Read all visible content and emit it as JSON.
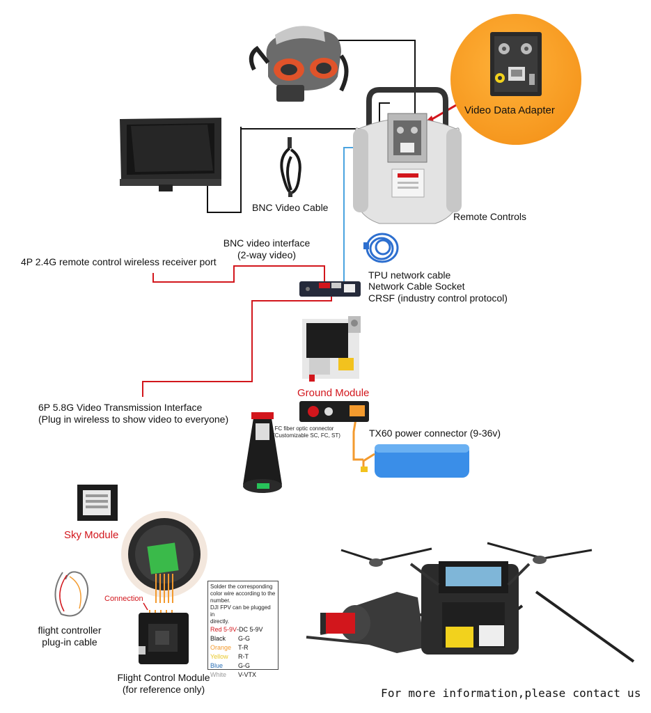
{
  "labels": {
    "video_data_adapter": "Video Data Adapter",
    "bnc_video_cable": "BNC Video Cable",
    "remote_controls": "Remote Controls",
    "bnc_video_interface": "BNC video interface",
    "two_way_video": "(2-way video)",
    "receiver_port": "4P 2.4G remote control wireless receiver port",
    "tpu_network_cable": "TPU network cable",
    "network_cable_socket": "Network Cable Socket",
    "crsf": "CRSF (industry control protocol)",
    "ground_module": "Ground Module",
    "vtx_interface": "6P 5.8G Video Transmission Interface",
    "vtx_interface_note": "(Plug in wireless to show video to everyone)",
    "fiber_connector": "FC fiber optic connector",
    "fiber_connector_note": "(Customizable SC, FC, ST)",
    "tx60_connector": "TX60 power connector (9-36v)",
    "sky_module": "Sky Module",
    "connection": "Connection",
    "plugin_cable_line1": "flight controller",
    "plugin_cable_line2": "plug-in cable",
    "fc_module_line1": "Flight Control Module",
    "fc_module_line2": "(for reference only)",
    "contact": "For more information,please contact us"
  },
  "legend": {
    "note_lines": [
      "Solder the corresponding",
      "color wire according to the",
      "number.",
      "DJI FPV can be plugged in",
      "directly."
    ],
    "rows": [
      {
        "color_word": "Red 5-9V",
        "pin": "-DC 5-9V",
        "color": "#d2161c"
      },
      {
        "color_word": "Black",
        "pin": "G-G",
        "color": "#111111"
      },
      {
        "color_word": "Orange",
        "pin": "T-R",
        "color": "#f39a2e"
      },
      {
        "color_word": "Yellow",
        "pin": "R-T",
        "color": "#e8c82a"
      },
      {
        "color_word": "Blue",
        "pin": "G-G",
        "color": "#2a6fb5"
      },
      {
        "color_word": "White",
        "pin": "V-VTX",
        "color": "#9a9a9a"
      }
    ]
  },
  "colors": {
    "accent_red": "#d2161c",
    "wire_black": "#111111",
    "wire_blue": "#4aa3df",
    "adapter_orange": "#f6981f"
  },
  "icons": [
    "fpv-goggles-icon",
    "monitor-icon",
    "bnc-cable-icon",
    "remote-controller-icon",
    "video-data-adapter-icon",
    "tpu-network-cable-icon",
    "receiver-box-icon",
    "ground-board-icon",
    "ground-module-icon",
    "fiber-spool-icon",
    "battery-icon",
    "sky-module-icon",
    "flight-controller-icon",
    "plugin-cable-icon",
    "fiber-drone-icon"
  ]
}
